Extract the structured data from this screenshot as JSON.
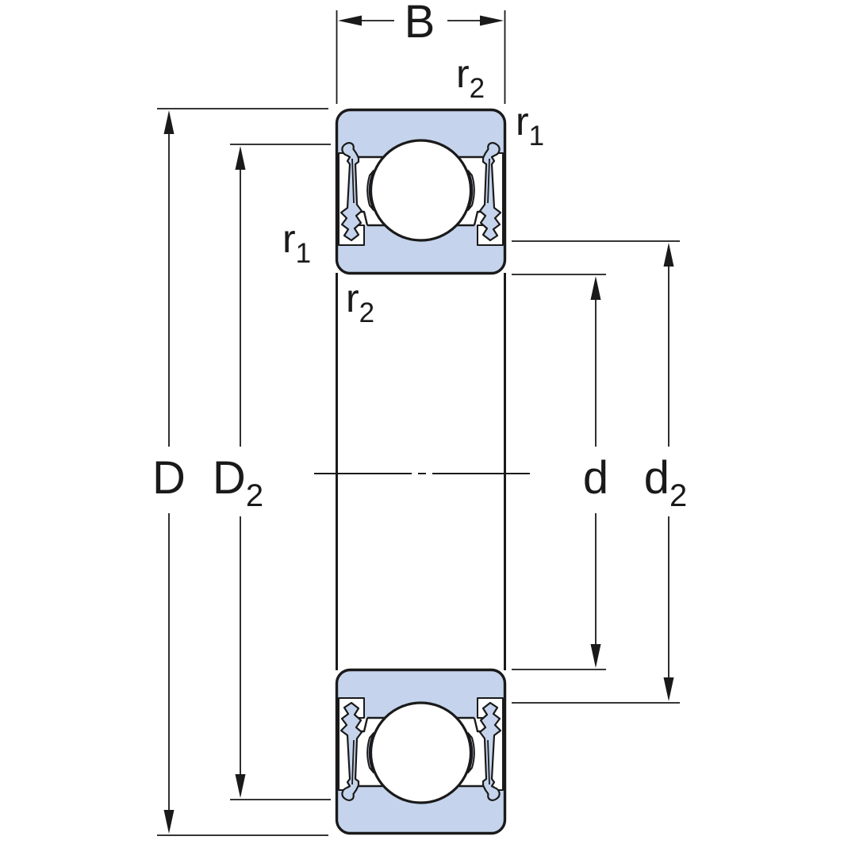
{
  "figure": {
    "kind": "engineering-dimension-drawing",
    "subject": "sealed-deep-groove-ball-bearing-cross-section",
    "colors": {
      "ring_fill": "#c5d4ec",
      "outline": "#1a1a1a",
      "dimension": "#1a1a1a",
      "text": "#1a1a1a",
      "background": "#ffffff"
    },
    "labels": {
      "width": "B",
      "outer_diameter": "D",
      "outer_recess_diameter": {
        "base": "D",
        "sub": "2"
      },
      "bore_diameter": "d",
      "inner_recess_diameter": {
        "base": "d",
        "sub": "2"
      },
      "fillet_r1": {
        "base": "r",
        "sub": "1"
      },
      "fillet_r2": {
        "base": "r",
        "sub": "2"
      }
    }
  }
}
